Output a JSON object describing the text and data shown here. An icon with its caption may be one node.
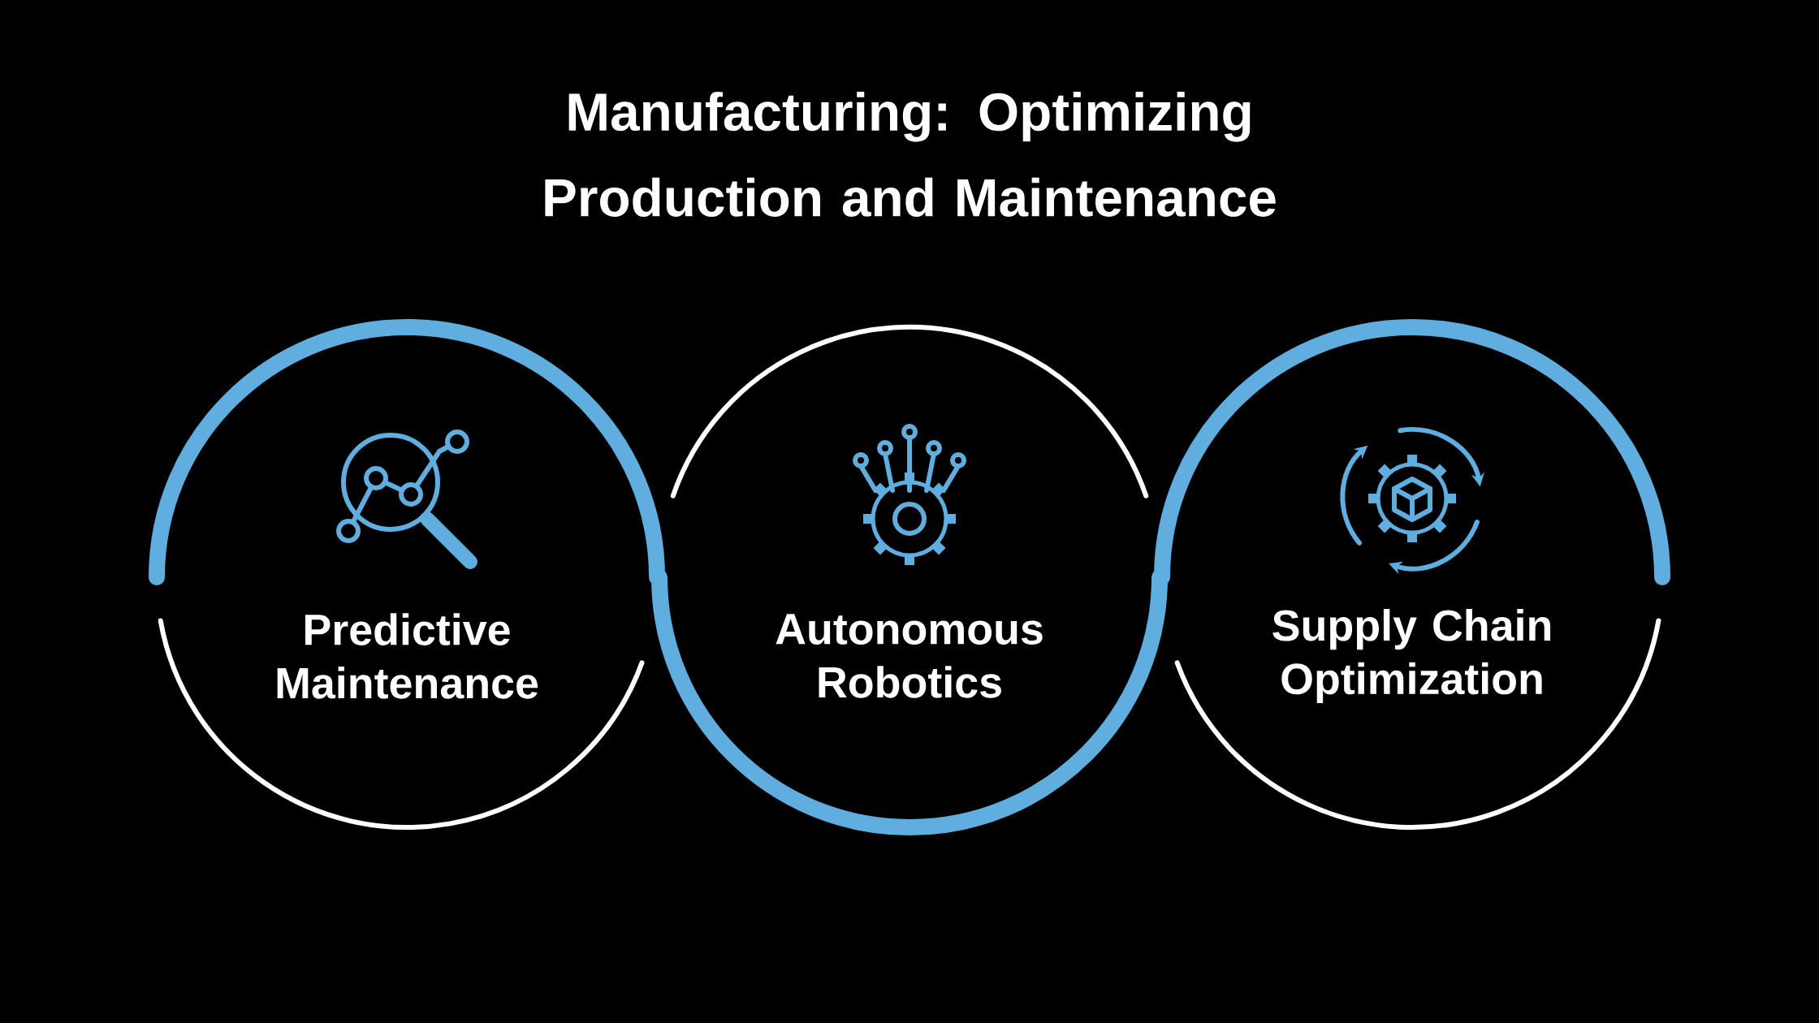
{
  "diagram": {
    "title": "Manufacturing: Optimizing Production and Maintenance",
    "nodes": [
      {
        "text": [
          "Predictive Maintenance"
        ]
      },
      {
        "text": [
          "Autonomous Robotics"
        ]
      },
      {
        "text": [
          "Supply Chain Optimization"
        ]
      }
    ]
  }
}
